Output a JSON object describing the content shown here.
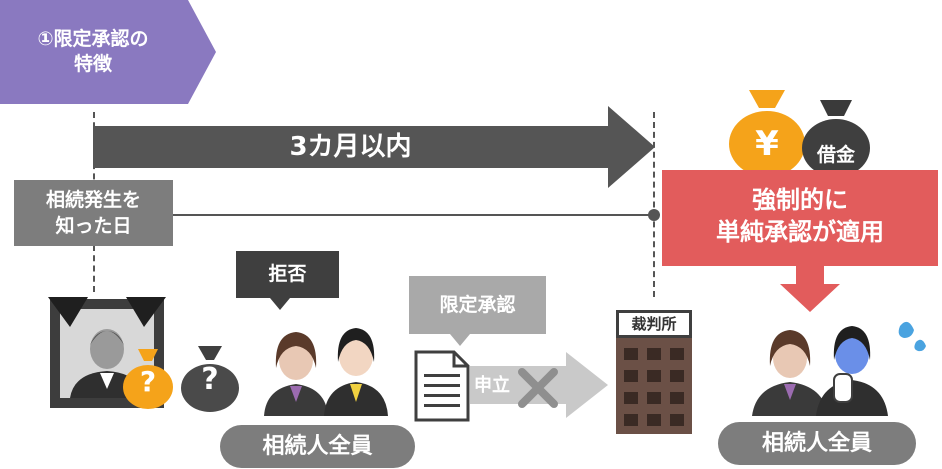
{
  "badge": {
    "line1": "①限定承認の",
    "line2": "特徴"
  },
  "period_arrow": {
    "label": "3カ月以内"
  },
  "start_label": {
    "line1": "相続発生を",
    "line2": "知った日"
  },
  "reject_label": "拒否",
  "limited_label": "限定承認",
  "application_label": "申立",
  "court_label": "裁判所",
  "heirs_left": "相続人全員",
  "heirs_right": "相続人全員",
  "forced": {
    "line1": "強制的に",
    "line2": "単純承認が適用"
  },
  "money_bag_yen": "¥",
  "debt_label": "借金",
  "question_mark": "?",
  "colors": {
    "accent_purple": "#8a79c0",
    "alert_red": "#e25c5c",
    "money_orange": "#f5a31a",
    "gray": "#7d7d7d",
    "dark": "#3f3f3f"
  }
}
